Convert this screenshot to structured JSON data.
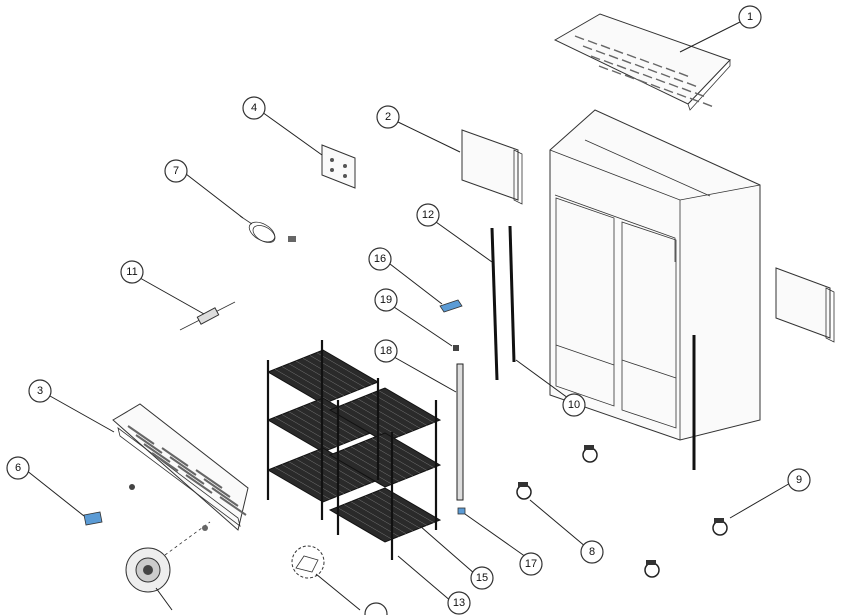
{
  "colors": {
    "line": "#222222",
    "accent_blue": "#5b9bd5",
    "shelf_dark": "#2a2a2a"
  },
  "callouts": [
    {
      "id": "1",
      "label": "1"
    },
    {
      "id": "2",
      "label": "2"
    },
    {
      "id": "3",
      "label": "3"
    },
    {
      "id": "4",
      "label": "4"
    },
    {
      "id": "6",
      "label": "6"
    },
    {
      "id": "7",
      "label": "7"
    },
    {
      "id": "8",
      "label": "8"
    },
    {
      "id": "9",
      "label": "9"
    },
    {
      "id": "10",
      "label": "10"
    },
    {
      "id": "11",
      "label": "11"
    },
    {
      "id": "12",
      "label": "12"
    },
    {
      "id": "13",
      "label": "13"
    },
    {
      "id": "15",
      "label": "15"
    },
    {
      "id": "16",
      "label": "16"
    },
    {
      "id": "17",
      "label": "17"
    },
    {
      "id": "18",
      "label": "18"
    },
    {
      "id": "19",
      "label": "19"
    }
  ]
}
